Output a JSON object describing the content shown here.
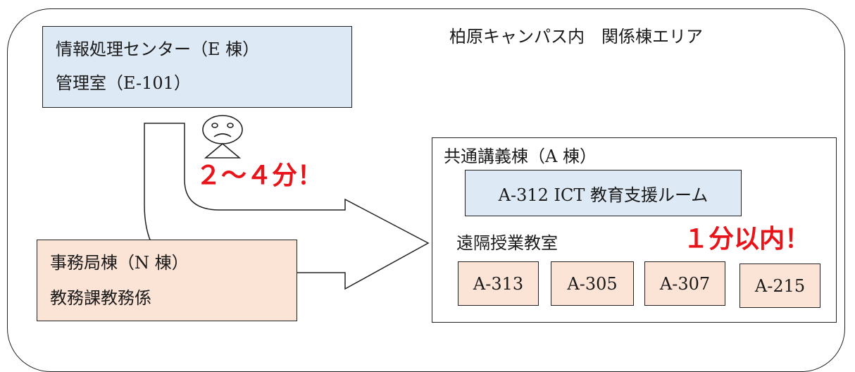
{
  "area_title": "柏原キャンパス内　関係棟エリア",
  "info_center": {
    "line1": "情報処理センター（E 棟）",
    "line2": "管理室（E-101）"
  },
  "admin_bureau": {
    "line1": "事務局棟（N 棟）",
    "line2": "教務課教務係"
  },
  "lecture_building": {
    "title": "共通講義棟（A 棟）",
    "ict_room": "A-312 ICT 教育支援ルーム",
    "remote_label": "遠隔授業教室",
    "rooms": [
      "A-313",
      "A-305",
      "A-307",
      "A-215"
    ]
  },
  "time_far": "２～４分！",
  "time_near": "１分以内！",
  "figures": {
    "sad_icon": "sad-face-person-icon",
    "happy_icon": "happy-face-person-icon"
  },
  "colors": {
    "box_blue": "#dde9f5",
    "box_peach": "#fbe3d6",
    "emphasis_red": "#e8141a"
  }
}
